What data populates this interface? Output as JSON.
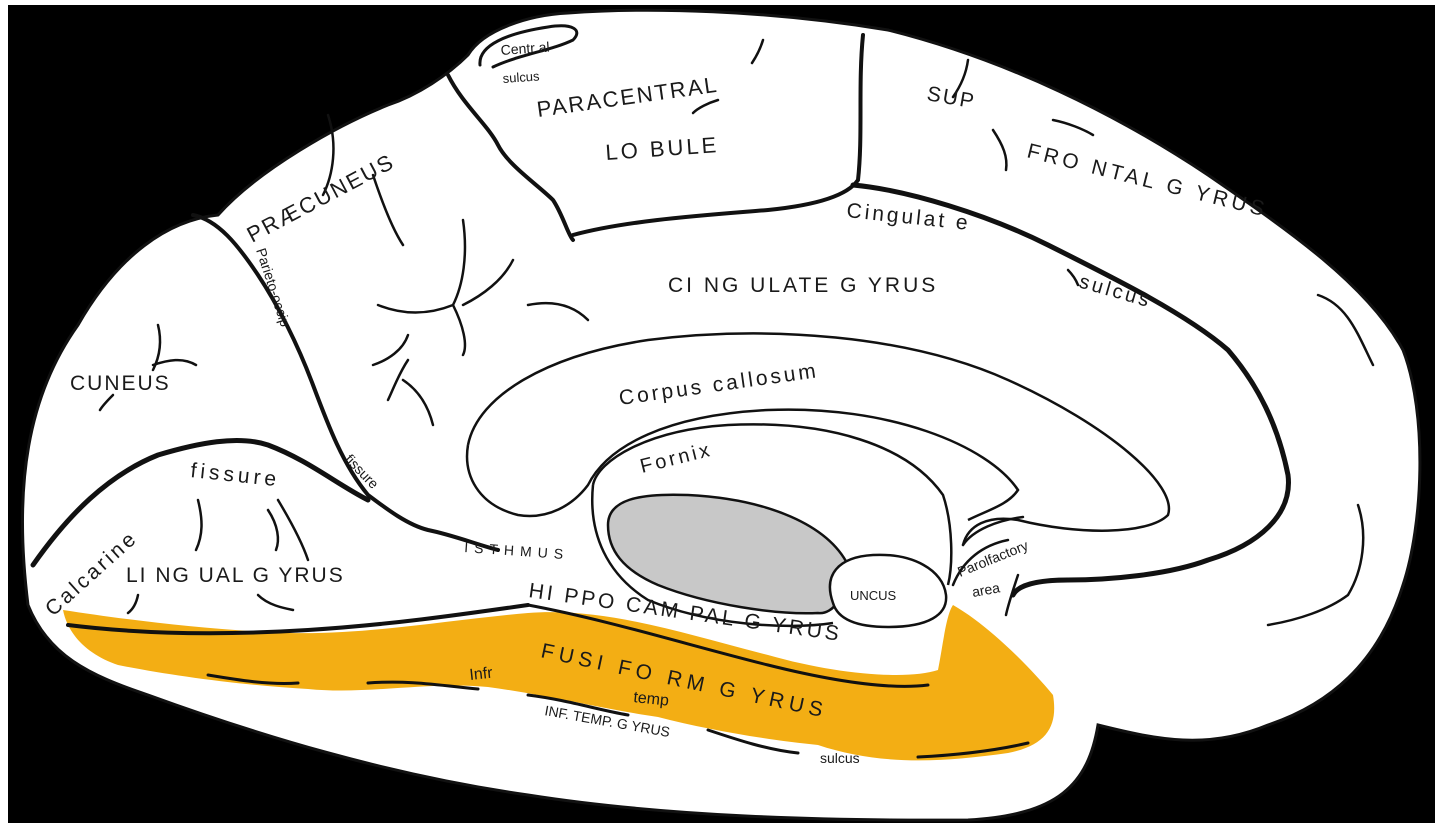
{
  "colors": {
    "background": "#000000",
    "brain_fill": "#ffffff",
    "outline": "#111111",
    "highlight_fusiform": "#f3ae14",
    "thalamus_fill": "#c8c8c8"
  },
  "labels": {
    "central_sulcus_1": "Centr al",
    "central_sulcus_2": "sulcus",
    "paracentral": "PARACENTRAL",
    "lobule": "LO BULE",
    "sup": "SUP",
    "frontal_gyrus": "FRO NTAL  G YRUS",
    "praecuneus": "PRÆCUNEUS",
    "parieto_occip": "Parieto-occip",
    "cingulate_sulcus_1": "Cingulat e",
    "cingulate_sulcus_2": "sulcus",
    "cingulate_gyrus": "CI NG ULATE G YRUS",
    "cuneus": "CUNEUS",
    "corpus_callosum": "Corpus callosum",
    "fornix": "Fornix",
    "calcarine": "Calcarine",
    "fissure": "fissure",
    "fissure_vertical": "fissure",
    "isthmus": "ISTHMUS",
    "lingual_gyrus": "LI NG UAL  G YRUS",
    "hippocampal_gyrus": "HI PPO CAM PAL  G YRUS",
    "uncus": "UNCUS",
    "parolfactory_1": "Parolfactory",
    "parolfactory_2": "area",
    "fusiform_gyrus": "FUSI FO RM  G YRUS",
    "infr": "Infr",
    "temp": "temp",
    "inf_temp_gyrus": "INF. TEMP. G YRUS",
    "sulcus_bottom": "sulcus"
  }
}
